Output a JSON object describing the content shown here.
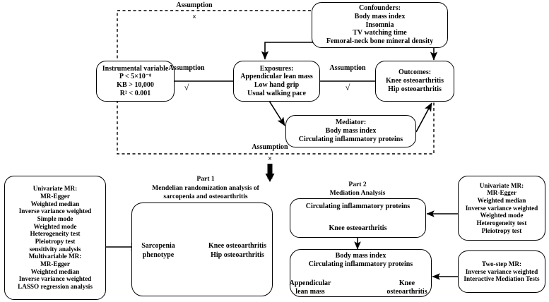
{
  "diagram": {
    "title": "Mendelian randomization study design",
    "top": {
      "instrumental_variable": {
        "lines": [
          "Instrumental variable",
          "P < 5×10⁻⁸",
          "KB > 10,000",
          "R² < 0.001"
        ]
      },
      "exposures": {
        "lines": [
          "Exposures:",
          "Appendicular lean mass",
          "Low hand grip",
          "Usual walking pace"
        ]
      },
      "outcomes": {
        "lines": [
          "Outcomes:",
          "Knee osteoarthritis",
          "Hip osteoarthritis"
        ]
      },
      "confounders": {
        "lines": [
          "Confounders:",
          "Body mass index",
          "Insomnia",
          "TV watching time",
          "Femoral-neck bone mineral density"
        ]
      },
      "mediator": {
        "lines": [
          "Mediator:",
          "Body mass index",
          "Circulating inflammatory proteins"
        ]
      },
      "assumption_top": {
        "label": "Assumption",
        "mark": "×"
      },
      "assumption_iv_exposure": {
        "label": "Assumption",
        "mark": "√"
      },
      "assumption_exposure_outcome": {
        "label": "Assumption",
        "mark": "√"
      },
      "assumption_bottom": {
        "label": "Assumption",
        "mark": "×"
      }
    },
    "bottom": {
      "methods_left": {
        "lines": [
          "Univariate MR:",
          "MR-Egger",
          "Weighted median",
          "Inverse variance weighted",
          "Simple mode",
          "Weighted mode",
          "Heterogeneity test",
          "Pleiotropy test",
          "sensitivity analysis",
          "Multivariable MR:",
          "MR-Egger",
          "Weighted median",
          "Inverse variance weighted",
          "LASSO regression analysis"
        ]
      },
      "part1": {
        "heading": [
          "Part 1",
          "Mendelian randomization analysis of",
          "sarcopenia and osteoarthritis"
        ],
        "source": [
          "Sarcopenia",
          "phenotype"
        ],
        "target": [
          "Knee osteoarthritis",
          "Hip osteoarthritis"
        ]
      },
      "part2": {
        "heading": [
          "Part 2",
          "Mediation Analysis"
        ],
        "step1": [
          "Circulating inflammatory proteins",
          "Knee osteoarthritis"
        ],
        "step2": {
          "top_lines": [
            "Body mass index",
            "Circulating inflammatory proteins"
          ],
          "left": [
            "Appendicular",
            "lean mass"
          ],
          "right": [
            "Knee",
            "osteoarthritis"
          ]
        }
      },
      "methods_right_top": {
        "lines": [
          "Univariate MR:",
          "MR-Egger",
          "Weighted median",
          "Inverse variance weighted",
          "Weighted mode",
          "Heterogeneity test",
          "Pleiotropy test"
        ]
      },
      "methods_right_bottom": {
        "lines": [
          "Two-step MR:",
          "Inverse variance weighted",
          "Interactive Mediation Tests"
        ]
      }
    },
    "colors": {
      "ink": "#000000",
      "paper": "#ffffff"
    }
  }
}
